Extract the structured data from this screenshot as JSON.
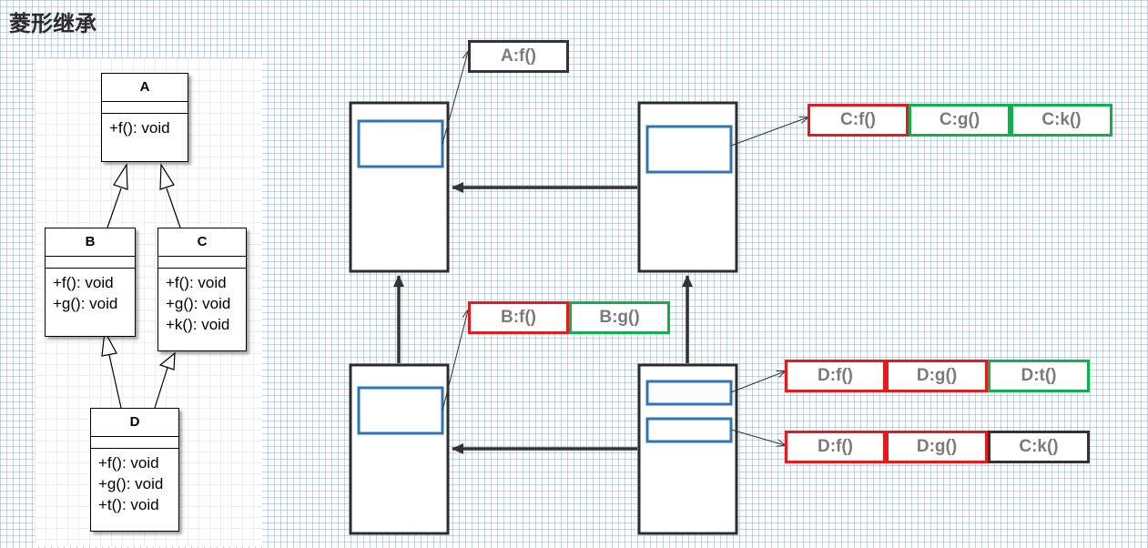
{
  "title": "菱形继承",
  "uml": {
    "A": {
      "name": "A",
      "methods": [
        "+f(): void"
      ]
    },
    "B": {
      "name": "B",
      "methods": [
        "+f(): void",
        "+g(): void"
      ]
    },
    "C": {
      "name": "C",
      "methods": [
        "+f(): void",
        "+g(): void",
        "+k(): void"
      ]
    },
    "D": {
      "name": "D",
      "methods": [
        "+f(): void",
        "+g(): void",
        "+t(): void"
      ]
    }
  },
  "vtables": {
    "a": [
      "A:f()"
    ],
    "b": [
      "B:f()",
      "B:g()"
    ],
    "c": [
      "C:f()",
      "C:g()",
      "C:k()"
    ],
    "d1": [
      "D:f()",
      "D:g()",
      "D:t()"
    ],
    "d2": [
      "D:f()",
      "D:g()",
      "C:k()"
    ]
  },
  "colors": {
    "red": "#e41a1c",
    "green": "#11b04d",
    "dark": "#333333",
    "blue": "#2e75b6",
    "frame": "#2d2d2d"
  }
}
